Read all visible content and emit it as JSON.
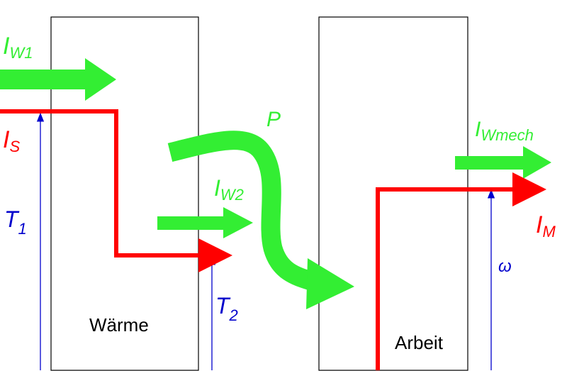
{
  "colors": {
    "energy_flow": "#33ee33",
    "entropy_current": "#ff0000",
    "potential_axis": "#0000cc",
    "box_outline": "#000000"
  },
  "boxes": {
    "heat": {
      "label": "Wärme"
    },
    "work": {
      "label": "Arbeit"
    }
  },
  "labels": {
    "iw1": {
      "main": "I",
      "sub": "W1"
    },
    "is": {
      "main": "I",
      "sub": "S"
    },
    "t1": {
      "main": "T",
      "sub": "1"
    },
    "p": {
      "main": "P"
    },
    "iw2": {
      "main": "I",
      "sub": "W2"
    },
    "t2": {
      "main": "T",
      "sub": "2"
    },
    "iwmech": {
      "main": "I",
      "sub": "Wmech"
    },
    "im": {
      "main": "I",
      "sub": "M"
    },
    "omega": {
      "main": "ω"
    }
  }
}
